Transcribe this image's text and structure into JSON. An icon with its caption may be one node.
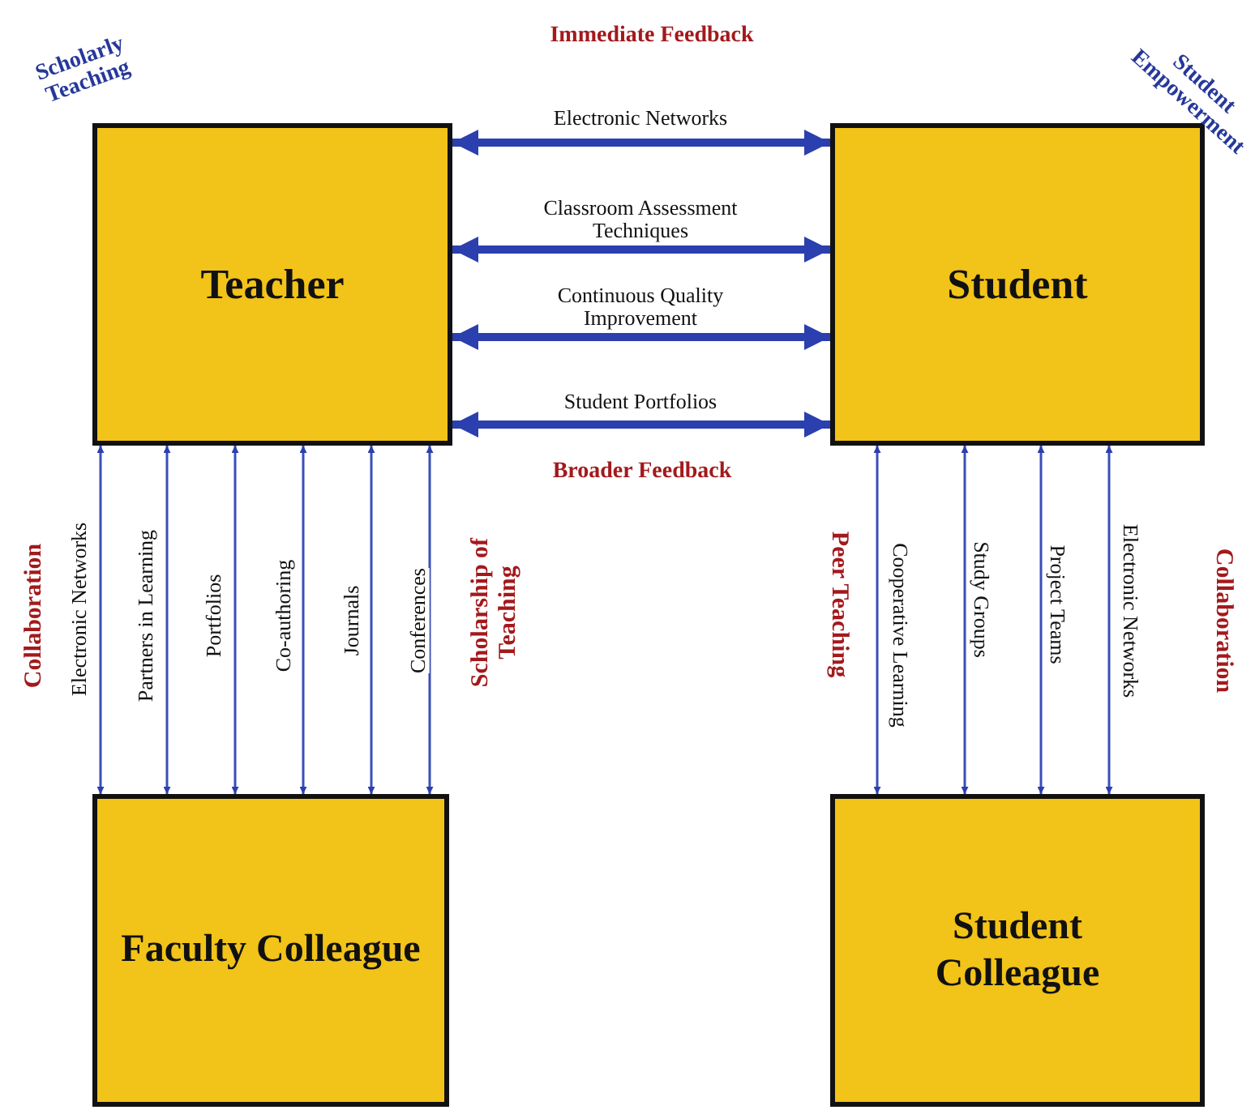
{
  "diagram": {
    "nodes": [
      {
        "text": [
          "Teacher"
        ]
      },
      {
        "text": [
          "Student"
        ]
      },
      {
        "text": [
          "Faculty Colleague"
        ]
      },
      {
        "text": [
          "Student Colleague"
        ]
      }
    ],
    "edges": [
      {
        "from": 0,
        "to": 1,
        "arrow": "both",
        "label": "Electronic Networks",
        "style": "thick"
      },
      {
        "from": 0,
        "to": 1,
        "arrow": "both",
        "label": "Classroom Assessment Techniques",
        "style": "thick"
      },
      {
        "from": 0,
        "to": 1,
        "arrow": "both",
        "label": "Continuous Quality Improvement",
        "style": "thick"
      },
      {
        "from": 0,
        "to": 1,
        "arrow": "both",
        "label": "Student Portfolios",
        "style": "thick"
      },
      {
        "from": 0,
        "to": 2,
        "arrow": "both",
        "label": "Electronic Networks"
      },
      {
        "from": 0,
        "to": 2,
        "arrow": "both",
        "label": "Partners in Learning"
      },
      {
        "from": 0,
        "to": 2,
        "arrow": "both",
        "label": "Portfolios"
      },
      {
        "from": 0,
        "to": 2,
        "arrow": "both",
        "label": "Co-authoring"
      },
      {
        "from": 0,
        "to": 2,
        "arrow": "both",
        "label": "Journals"
      },
      {
        "from": 0,
        "to": 2,
        "arrow": "both",
        "label": "Conferences"
      },
      {
        "from": 1,
        "to": 3,
        "arrow": "both",
        "label": "Cooperative Learning"
      },
      {
        "from": 1,
        "to": 3,
        "arrow": "both",
        "label": "Study Groups"
      },
      {
        "from": 1,
        "to": 3,
        "arrow": "both",
        "label": "Project Teams"
      },
      {
        "from": 1,
        "to": 3,
        "arrow": "both",
        "label": "Electronic Networks"
      }
    ],
    "labels": [
      "Immediate Feedback",
      "Scholarly Teaching",
      "Student Empowerment",
      "Broader Feedback",
      "Collaboration",
      "Scholarship of Teaching",
      "Peer Teaching",
      "Collaboration"
    ]
  }
}
